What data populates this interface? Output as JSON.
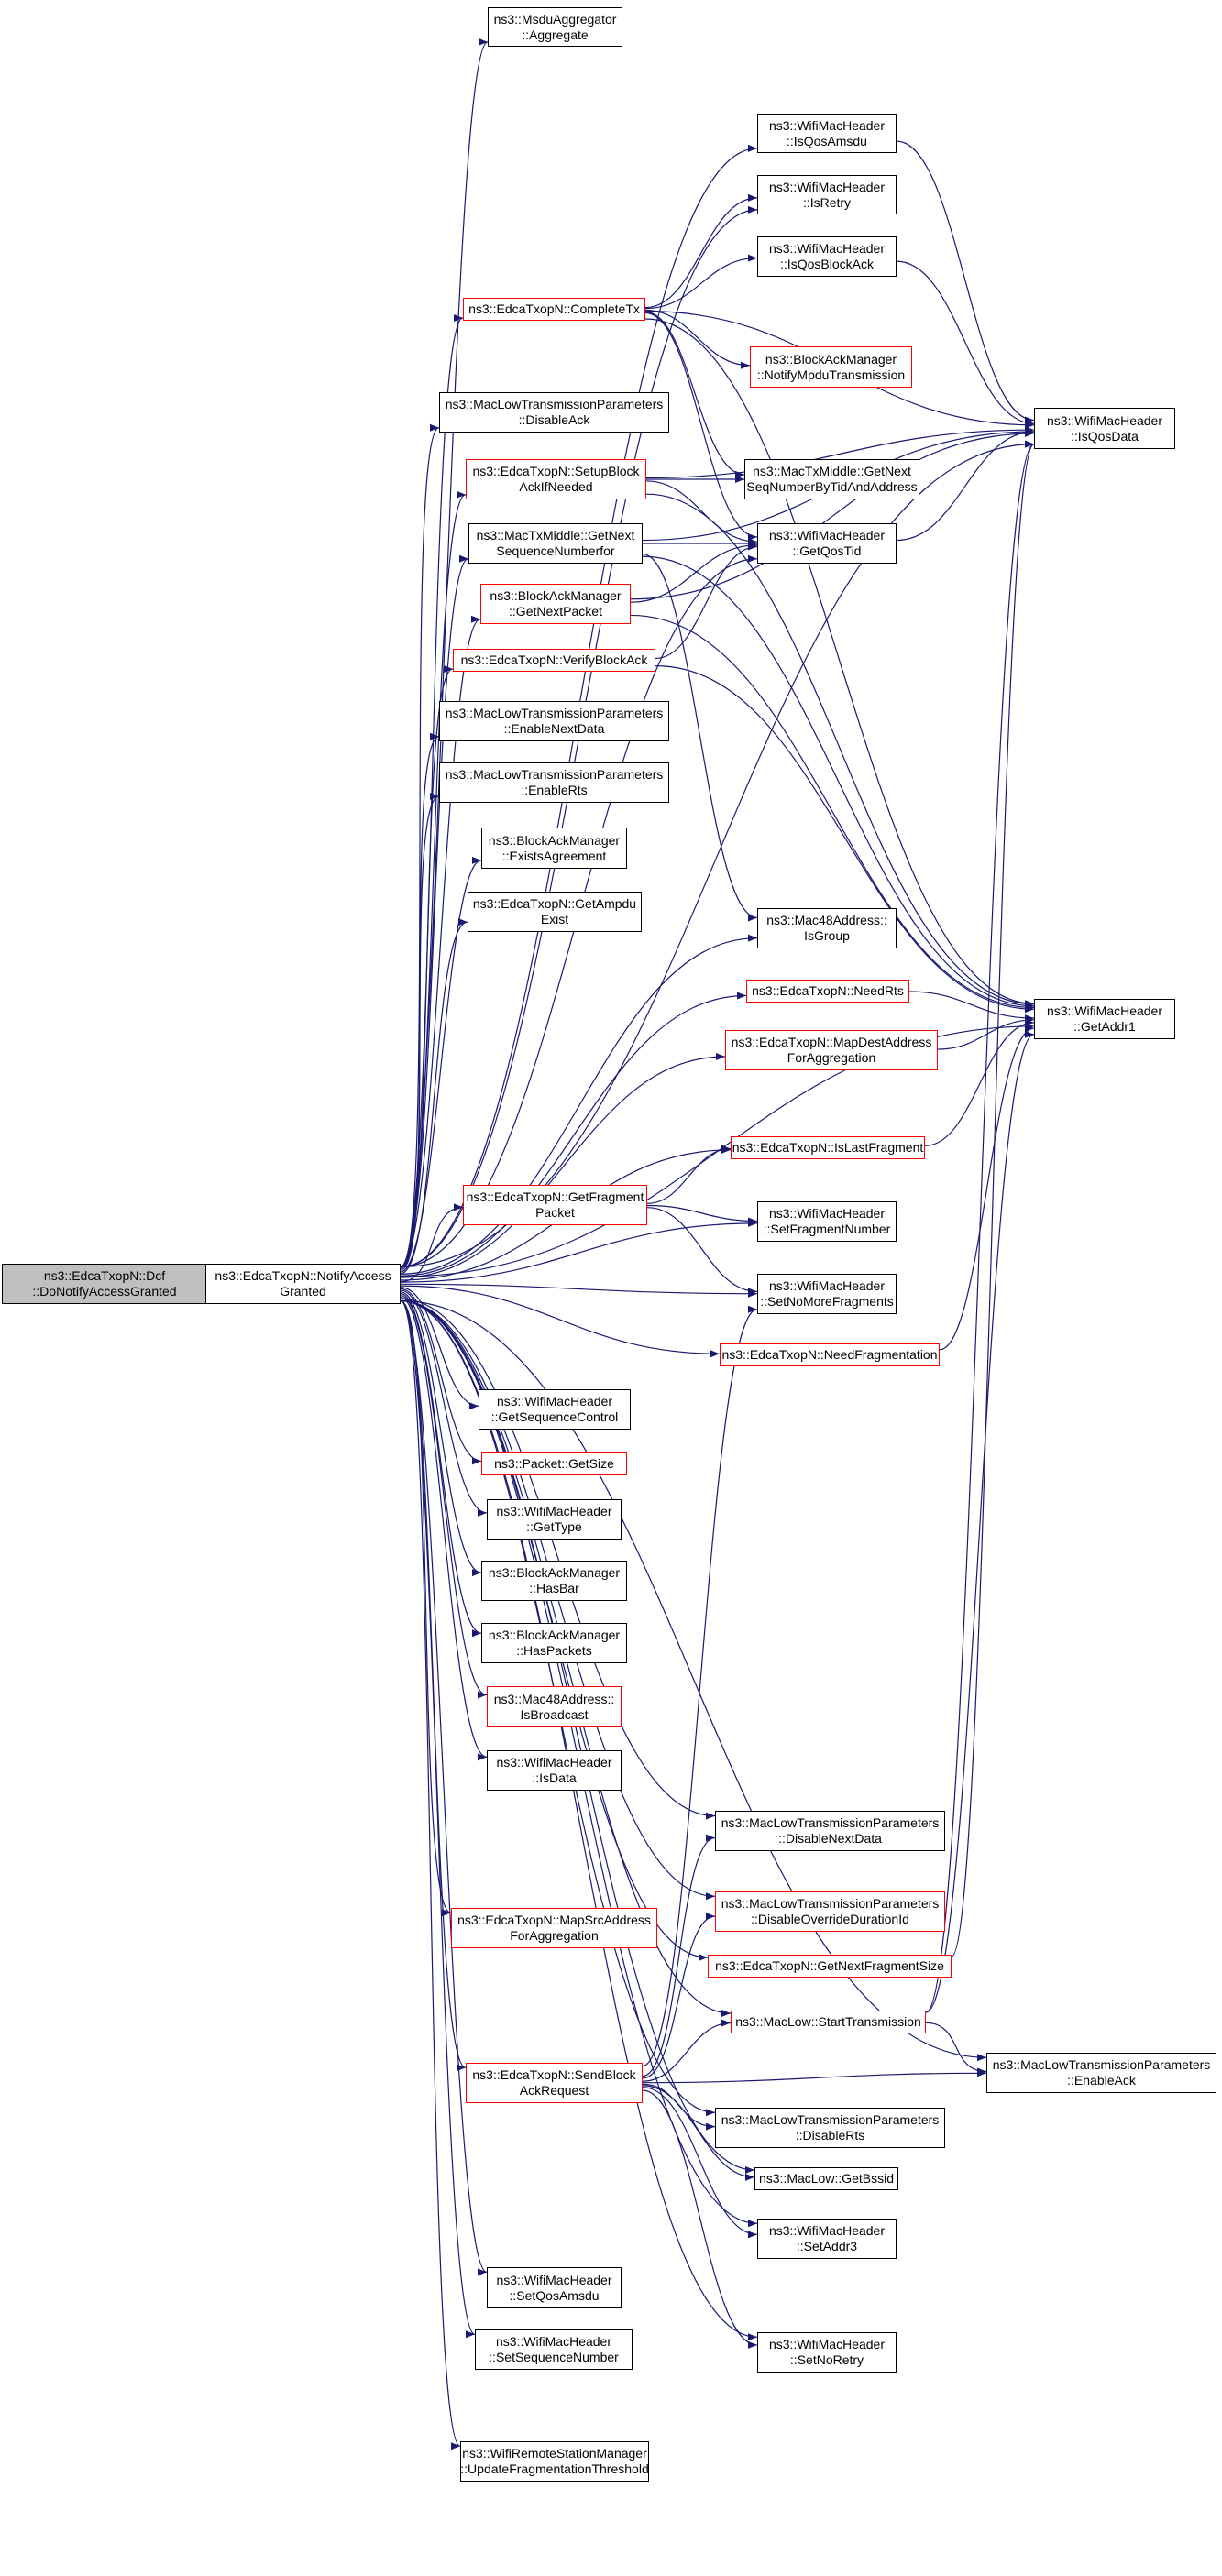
{
  "nodes": [
    {
      "id": "root",
      "lines": [
        "ns3::EdcaTxopN::Dcf",
        "::DoNotifyAccessGranted"
      ],
      "style": "gray"
    },
    {
      "id": "notify",
      "lines": [
        "ns3::EdcaTxopN::NotifyAccess",
        "Granted"
      ],
      "style": "black"
    },
    {
      "id": "msdu_agg",
      "lines": [
        "ns3::MsduAggregator",
        "::Aggregate"
      ],
      "style": "black"
    },
    {
      "id": "is_qos_amsdu",
      "lines": [
        "ns3::WifiMacHeader",
        "::IsQosAmsdu"
      ],
      "style": "black"
    },
    {
      "id": "is_retry",
      "lines": [
        "ns3::WifiMacHeader",
        "::IsRetry"
      ],
      "style": "black"
    },
    {
      "id": "is_qos_blockack",
      "lines": [
        "ns3::WifiMacHeader",
        "::IsQosBlockAck"
      ],
      "style": "black"
    },
    {
      "id": "complete_tx",
      "lines": [
        "ns3::EdcaTxopN::CompleteTx"
      ],
      "style": "red"
    },
    {
      "id": "notify_mpdu",
      "lines": [
        "ns3::BlockAckManager",
        "::NotifyMpduTransmission"
      ],
      "style": "red"
    },
    {
      "id": "is_qos_data",
      "lines": [
        "ns3::WifiMacHeader",
        "::IsQosData"
      ],
      "style": "black"
    },
    {
      "id": "disable_ack",
      "lines": [
        "ns3::MacLowTransmissionParameters",
        "::DisableAck"
      ],
      "style": "black"
    },
    {
      "id": "setup_block",
      "lines": [
        "ns3::EdcaTxopN::SetupBlock",
        "AckIfNeeded"
      ],
      "style": "red"
    },
    {
      "id": "get_next_seq_tid",
      "lines": [
        "ns3::MacTxMiddle::GetNext",
        "SeqNumberByTidAndAddress"
      ],
      "style": "black"
    },
    {
      "id": "get_next_seq_for",
      "lines": [
        "ns3::MacTxMiddle::GetNext",
        "SequenceNumberfor"
      ],
      "style": "black"
    },
    {
      "id": "get_qos_tid",
      "lines": [
        "ns3::WifiMacHeader",
        "::GetQosTid"
      ],
      "style": "black"
    },
    {
      "id": "get_next_packet",
      "lines": [
        "ns3::BlockAckManager",
        "::GetNextPacket"
      ],
      "style": "red"
    },
    {
      "id": "verify_block",
      "lines": [
        "ns3::EdcaTxopN::VerifyBlockAck"
      ],
      "style": "red"
    },
    {
      "id": "enable_next_data",
      "lines": [
        "ns3::MacLowTransmissionParameters",
        "::EnableNextData"
      ],
      "style": "black"
    },
    {
      "id": "enable_rts",
      "lines": [
        "ns3::MacLowTransmissionParameters",
        "::EnableRts"
      ],
      "style": "black"
    },
    {
      "id": "exists_agreement",
      "lines": [
        "ns3::BlockAckManager",
        "::ExistsAgreement"
      ],
      "style": "black"
    },
    {
      "id": "get_ampdu",
      "lines": [
        "ns3::EdcaTxopN::GetAmpdu",
        "Exist"
      ],
      "style": "black"
    },
    {
      "id": "is_group",
      "lines": [
        "ns3::Mac48Address::",
        "IsGroup"
      ],
      "style": "black"
    },
    {
      "id": "need_rts",
      "lines": [
        "ns3::EdcaTxopN::NeedRts"
      ],
      "style": "red"
    },
    {
      "id": "get_addr1",
      "lines": [
        "ns3::WifiMacHeader",
        "::GetAddr1"
      ],
      "style": "black"
    },
    {
      "id": "map_dest",
      "lines": [
        "ns3::EdcaTxopN::MapDestAddress",
        "ForAggregation"
      ],
      "style": "red"
    },
    {
      "id": "is_last_frag",
      "lines": [
        "ns3::EdcaTxopN::IsLastFragment"
      ],
      "style": "red"
    },
    {
      "id": "get_frag_packet",
      "lines": [
        "ns3::EdcaTxopN::GetFragment",
        "Packet"
      ],
      "style": "red"
    },
    {
      "id": "set_frag_num",
      "lines": [
        "ns3::WifiMacHeader",
        "::SetFragmentNumber"
      ],
      "style": "black"
    },
    {
      "id": "set_no_more",
      "lines": [
        "ns3::WifiMacHeader",
        "::SetNoMoreFragments"
      ],
      "style": "black"
    },
    {
      "id": "need_frag",
      "lines": [
        "ns3::EdcaTxopN::NeedFragmentation"
      ],
      "style": "red"
    },
    {
      "id": "get_seq_ctrl",
      "lines": [
        "ns3::WifiMacHeader",
        "::GetSequenceControl"
      ],
      "style": "black"
    },
    {
      "id": "pkt_get_size",
      "lines": [
        "ns3::Packet::GetSize"
      ],
      "style": "red"
    },
    {
      "id": "get_type",
      "lines": [
        "ns3::WifiMacHeader",
        "::GetType"
      ],
      "style": "black"
    },
    {
      "id": "has_bar",
      "lines": [
        "ns3::BlockAckManager",
        "::HasBar"
      ],
      "style": "black"
    },
    {
      "id": "has_packets",
      "lines": [
        "ns3::BlockAckManager",
        "::HasPackets"
      ],
      "style": "black"
    },
    {
      "id": "is_broadcast",
      "lines": [
        "ns3::Mac48Address::",
        "IsBroadcast"
      ],
      "style": "red"
    },
    {
      "id": "is_data",
      "lines": [
        "ns3::WifiMacHeader",
        "::IsData"
      ],
      "style": "black"
    },
    {
      "id": "disable_next_data",
      "lines": [
        "ns3::MacLowTransmissionParameters",
        "::DisableNextData"
      ],
      "style": "black"
    },
    {
      "id": "map_src",
      "lines": [
        "ns3::EdcaTxopN::MapSrcAddress",
        "ForAggregation"
      ],
      "style": "red"
    },
    {
      "id": "disable_override",
      "lines": [
        "ns3::MacLowTransmissionParameters",
        "::DisableOverrideDurationId"
      ],
      "style": "red"
    },
    {
      "id": "get_next_frag_size",
      "lines": [
        "ns3::EdcaTxopN::GetNextFragmentSize"
      ],
      "style": "red"
    },
    {
      "id": "start_tx",
      "lines": [
        "ns3::MacLow::StartTransmission"
      ],
      "style": "red"
    },
    {
      "id": "send_block",
      "lines": [
        "ns3::EdcaTxopN::SendBlock",
        "AckRequest"
      ],
      "style": "red"
    },
    {
      "id": "enable_ack",
      "lines": [
        "ns3::MacLowTransmissionParameters",
        "::EnableAck"
      ],
      "style": "black"
    },
    {
      "id": "disable_rts",
      "lines": [
        "ns3::MacLowTransmissionParameters",
        "::DisableRts"
      ],
      "style": "black"
    },
    {
      "id": "get_bssid",
      "lines": [
        "ns3::MacLow::GetBssid"
      ],
      "style": "black"
    },
    {
      "id": "set_addr3",
      "lines": [
        "ns3::WifiMacHeader",
        "::SetAddr3"
      ],
      "style": "black"
    },
    {
      "id": "set_qos_amsdu",
      "lines": [
        "ns3::WifiMacHeader",
        "::SetQosAmsdu"
      ],
      "style": "black"
    },
    {
      "id": "set_seq_num",
      "lines": [
        "ns3::WifiMacHeader",
        "::SetSequenceNumber"
      ],
      "style": "black"
    },
    {
      "id": "set_no_retry",
      "lines": [
        "ns3::WifiMacHeader",
        "::SetNoRetry"
      ],
      "style": "black"
    },
    {
      "id": "update_frag",
      "lines": [
        "ns3::WifiRemoteStationManager",
        "::UpdateFragmentationThreshold"
      ],
      "style": "black"
    }
  ],
  "edges": [
    [
      "root",
      "notify"
    ],
    [
      "notify",
      "msdu_agg"
    ],
    [
      "notify",
      "is_qos_amsdu"
    ],
    [
      "notify",
      "is_retry"
    ],
    [
      "notify",
      "complete_tx"
    ],
    [
      "notify",
      "is_qos_data"
    ],
    [
      "notify",
      "disable_ack"
    ],
    [
      "notify",
      "setup_block"
    ],
    [
      "notify",
      "get_next_seq_for"
    ],
    [
      "notify",
      "get_qos_tid"
    ],
    [
      "notify",
      "get_next_packet"
    ],
    [
      "notify",
      "verify_block"
    ],
    [
      "notify",
      "enable_next_data"
    ],
    [
      "notify",
      "enable_rts"
    ],
    [
      "notify",
      "exists_agreement"
    ],
    [
      "notify",
      "get_ampdu"
    ],
    [
      "notify",
      "is_group"
    ],
    [
      "notify",
      "need_rts"
    ],
    [
      "notify",
      "map_dest"
    ],
    [
      "notify",
      "get_addr1"
    ],
    [
      "notify",
      "is_last_frag"
    ],
    [
      "notify",
      "get_frag_packet"
    ],
    [
      "notify",
      "set_frag_num"
    ],
    [
      "notify",
      "set_no_more"
    ],
    [
      "notify",
      "need_frag"
    ],
    [
      "notify",
      "get_seq_ctrl"
    ],
    [
      "notify",
      "pkt_get_size"
    ],
    [
      "notify",
      "get_type"
    ],
    [
      "notify",
      "has_bar"
    ],
    [
      "notify",
      "has_packets"
    ],
    [
      "notify",
      "is_broadcast"
    ],
    [
      "notify",
      "is_data"
    ],
    [
      "notify",
      "disable_next_data"
    ],
    [
      "notify",
      "map_src"
    ],
    [
      "notify",
      "disable_override"
    ],
    [
      "notify",
      "get_next_frag_size"
    ],
    [
      "notify",
      "start_tx"
    ],
    [
      "notify",
      "send_block"
    ],
    [
      "notify",
      "disable_rts"
    ],
    [
      "notify",
      "get_bssid"
    ],
    [
      "notify",
      "set_addr3"
    ],
    [
      "notify",
      "set_qos_amsdu"
    ],
    [
      "notify",
      "set_seq_num"
    ],
    [
      "notify",
      "set_no_retry"
    ],
    [
      "notify",
      "update_frag"
    ],
    [
      "notify",
      "enable_ack"
    ],
    [
      "complete_tx",
      "is_retry"
    ],
    [
      "complete_tx",
      "is_qos_blockack"
    ],
    [
      "complete_tx",
      "notify_mpdu"
    ],
    [
      "complete_tx",
      "is_qos_data"
    ],
    [
      "complete_tx",
      "get_next_seq_tid"
    ],
    [
      "complete_tx",
      "get_qos_tid"
    ],
    [
      "complete_tx",
      "get_addr1"
    ],
    [
      "is_qos_amsdu",
      "is_qos_data"
    ],
    [
      "is_qos_blockack",
      "is_qos_data"
    ],
    [
      "setup_block",
      "get_next_seq_tid"
    ],
    [
      "setup_block",
      "get_qos_tid"
    ],
    [
      "setup_block",
      "is_qos_data"
    ],
    [
      "setup_block",
      "get_addr1"
    ],
    [
      "get_next_seq_for",
      "get_qos_tid"
    ],
    [
      "get_next_seq_for",
      "is_qos_data"
    ],
    [
      "get_next_seq_for",
      "is_group"
    ],
    [
      "get_next_seq_for",
      "get_addr1"
    ],
    [
      "get_next_packet",
      "get_qos_tid"
    ],
    [
      "get_next_packet",
      "is_qos_data"
    ],
    [
      "get_next_packet",
      "get_addr1"
    ],
    [
      "verify_block",
      "get_qos_tid"
    ],
    [
      "verify_block",
      "get_addr1"
    ],
    [
      "get_qos_tid",
      "is_qos_data"
    ],
    [
      "need_rts",
      "get_addr1"
    ],
    [
      "map_dest",
      "get_addr1"
    ],
    [
      "is_last_frag",
      "get_addr1"
    ],
    [
      "need_frag",
      "get_addr1"
    ],
    [
      "get_frag_packet",
      "is_last_frag"
    ],
    [
      "get_frag_packet",
      "set_frag_num"
    ],
    [
      "get_frag_packet",
      "set_no_more"
    ],
    [
      "get_next_frag_size",
      "is_qos_data"
    ],
    [
      "start_tx",
      "is_qos_data"
    ],
    [
      "start_tx",
      "get_addr1"
    ],
    [
      "start_tx",
      "enable_ack"
    ],
    [
      "send_block",
      "set_no_more"
    ],
    [
      "send_block",
      "disable_next_data"
    ],
    [
      "send_block",
      "disable_override"
    ],
    [
      "send_block",
      "start_tx"
    ],
    [
      "send_block",
      "enable_ack"
    ],
    [
      "send_block",
      "disable_rts"
    ],
    [
      "send_block",
      "get_bssid"
    ],
    [
      "send_block",
      "set_addr3"
    ],
    [
      "send_block",
      "set_no_retry"
    ]
  ],
  "colors": {
    "edge": "#191970",
    "node_border": "#000000",
    "linked_border": "#ff0000",
    "root_fill": "#bfbfbf"
  }
}
